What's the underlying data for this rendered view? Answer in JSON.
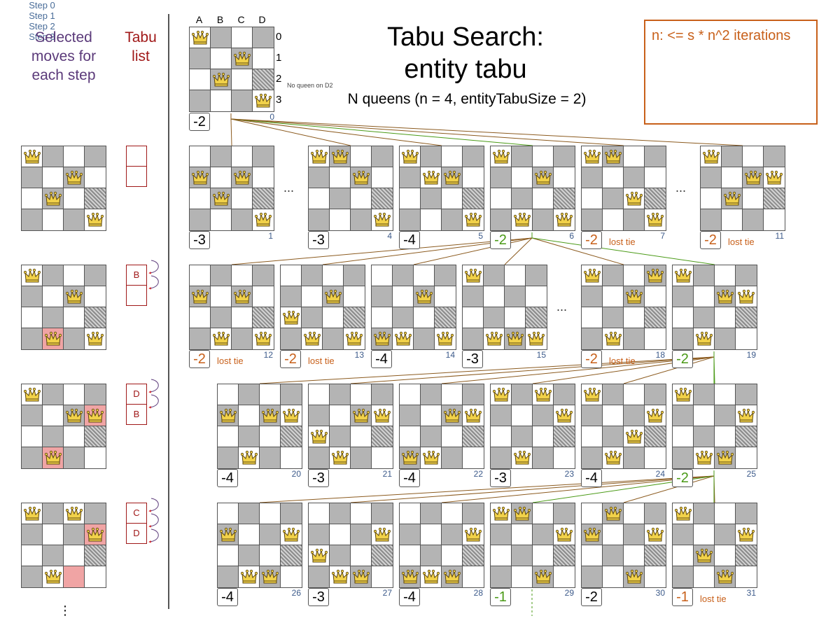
{
  "header": {
    "title_line1": "Tabu Search:",
    "title_line2": "entity tabu",
    "subtitle": "N queens (n = 4, entityTabuSize = 2)",
    "note": "n: <= s * n^2 iterations",
    "selected_moves_label": "Selected moves for each step",
    "tabu_list_label": "Tabu list"
  },
  "board_labels": {
    "columns": [
      "A",
      "B",
      "C",
      "D"
    ],
    "rows": [
      "0",
      "1",
      "2",
      "3"
    ],
    "d2_note": "No queen on D2"
  },
  "lost_tie_label": "lost tie",
  "ellipsis": "...",
  "bottom_ellipsis": "⋮",
  "colors": {
    "link_brown": "#8b5a1e",
    "link_green": "#4a9a16",
    "score_green": "#4a9a16",
    "score_orange": "#c8601a",
    "tabu_red": "#a01818",
    "selected_purple": "#5b3a7a",
    "arrow_orange": "#e6a35a",
    "arrow_red": "#dd2222",
    "arrow_green": "#66bb33"
  },
  "steps": [
    {
      "label": "Step 0",
      "queens": [
        0,
        2,
        1,
        3
      ],
      "tabu": [
        "",
        ""
      ],
      "highlight": []
    },
    {
      "label": "Step 1",
      "queens": [
        0,
        3,
        1,
        3
      ],
      "tabu": [
        "B",
        ""
      ],
      "highlight": [
        [
          3,
          1
        ]
      ]
    },
    {
      "label": "Step 2",
      "queens": [
        0,
        3,
        1,
        1
      ],
      "tabu": [
        "D",
        "B"
      ],
      "highlight": [
        [
          3,
          1
        ],
        [
          1,
          3
        ]
      ]
    },
    {
      "label": "Step 3",
      "queens": [
        0,
        3,
        0,
        1
      ],
      "tabu": [
        "C",
        "D"
      ],
      "highlight": [
        [
          1,
          3
        ],
        [
          3,
          2
        ]
      ]
    }
  ],
  "root": {
    "num": "0",
    "score": "-2",
    "queens": [
      0,
      2,
      1,
      3
    ]
  },
  "rows": [
    [
      {
        "num": "1",
        "score": "-3",
        "queens": [
          1,
          2,
          1,
          3
        ]
      },
      {
        "num": "4",
        "score": "-3",
        "queens": [
          0,
          0,
          1,
          3
        ]
      },
      {
        "num": "5",
        "score": "-4",
        "queens": [
          0,
          1,
          1,
          3
        ]
      },
      {
        "num": "6",
        "score": "-2",
        "queens": [
          0,
          3,
          1,
          3
        ],
        "score_color": "green"
      },
      {
        "num": "7",
        "score": "-2",
        "queens": [
          0,
          0,
          2,
          3
        ],
        "score_color": "orange",
        "lost": true
      },
      {
        "num": "11",
        "score": "-2",
        "queens": [
          0,
          2,
          1,
          1
        ],
        "score_color": "orange",
        "lost": true
      }
    ],
    [
      {
        "num": "12",
        "score": "-2",
        "queens": [
          1,
          3,
          1,
          3
        ],
        "score_color": "orange",
        "lost": true
      },
      {
        "num": "13",
        "score": "-2",
        "queens": [
          2,
          3,
          1,
          3
        ],
        "score_color": "orange",
        "lost": true
      },
      {
        "num": "14",
        "score": "-4",
        "queens": [
          3,
          3,
          1,
          3
        ]
      },
      {
        "num": "15",
        "score": "-3",
        "queens": [
          0,
          3,
          3,
          3
        ]
      },
      {
        "num": "18",
        "score": "-2",
        "queens": [
          0,
          3,
          1,
          0
        ],
        "score_color": "orange",
        "lost": true
      },
      {
        "num": "19",
        "score": "-2",
        "queens": [
          0,
          3,
          1,
          1
        ],
        "score_color": "green"
      }
    ],
    [
      {
        "num": "20",
        "score": "-4",
        "queens": [
          1,
          3,
          1,
          1
        ]
      },
      {
        "num": "21",
        "score": "-3",
        "queens": [
          2,
          3,
          1,
          1
        ]
      },
      {
        "num": "22",
        "score": "-4",
        "queens": [
          3,
          3,
          1,
          1
        ]
      },
      {
        "num": "23",
        "score": "-3",
        "queens": [
          0,
          3,
          0,
          1
        ]
      },
      {
        "num": "24",
        "score": "-4",
        "queens": [
          0,
          3,
          2,
          1
        ]
      },
      {
        "num": "25",
        "score": "-2",
        "queens": [
          0,
          3,
          3,
          1
        ],
        "score_color": "green"
      }
    ],
    [
      {
        "num": "26",
        "score": "-4",
        "queens": [
          1,
          3,
          3,
          1
        ]
      },
      {
        "num": "27",
        "score": "-3",
        "queens": [
          2,
          3,
          3,
          1
        ]
      },
      {
        "num": "28",
        "score": "-4",
        "queens": [
          3,
          3,
          3,
          1
        ]
      },
      {
        "num": "29",
        "score": "-1",
        "queens": [
          0,
          0,
          3,
          1
        ],
        "score_color": "green"
      },
      {
        "num": "30",
        "score": "-2",
        "queens": [
          1,
          0,
          3,
          1
        ]
      },
      {
        "num": "31",
        "score": "-1",
        "queens": [
          0,
          2,
          3,
          1
        ],
        "score_color": "orange",
        "lost": true
      }
    ]
  ]
}
